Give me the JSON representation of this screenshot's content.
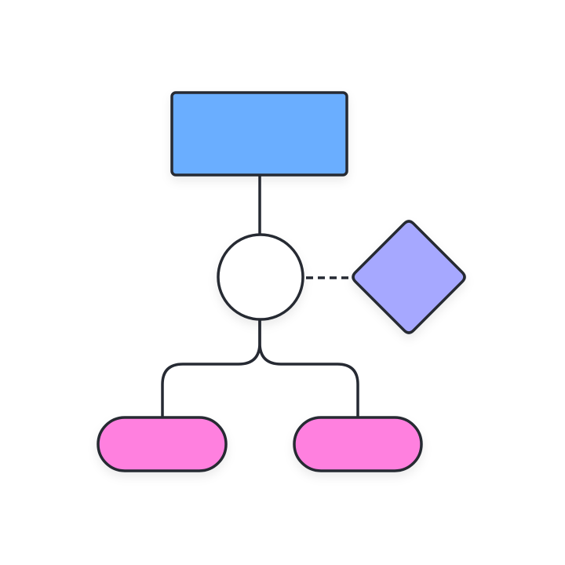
{
  "diagram": {
    "colors": {
      "background": "#ffffff",
      "stroke": "#262a33",
      "rectangle_fill": "#6aaeff",
      "circle_fill": "#ffffff",
      "diamond_fill": "#a6a8ff",
      "pill_fill": "#ff80df"
    },
    "nodes": [
      {
        "id": "top-rectangle",
        "shape": "rectangle",
        "label": ""
      },
      {
        "id": "center-circle",
        "shape": "circle",
        "label": ""
      },
      {
        "id": "side-diamond",
        "shape": "diamond",
        "label": ""
      },
      {
        "id": "bottom-left-pill",
        "shape": "pill",
        "label": ""
      },
      {
        "id": "bottom-right-pill",
        "shape": "pill",
        "label": ""
      }
    ],
    "edges": [
      {
        "from": "top-rectangle",
        "to": "center-circle",
        "style": "solid"
      },
      {
        "from": "center-circle",
        "to": "side-diamond",
        "style": "dashed"
      },
      {
        "from": "center-circle",
        "to": "bottom-left-pill",
        "style": "solid"
      },
      {
        "from": "center-circle",
        "to": "bottom-right-pill",
        "style": "solid"
      }
    ]
  }
}
